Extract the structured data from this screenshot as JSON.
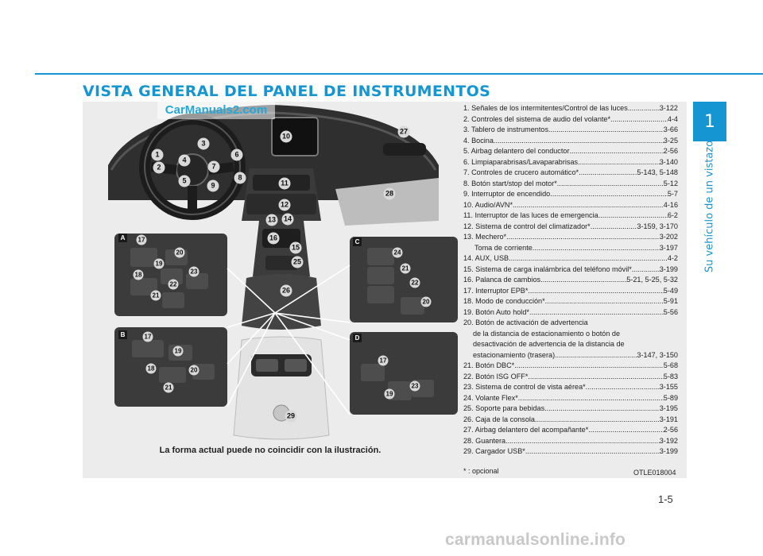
{
  "page": {
    "title": "VISTA GENERAL DEL PANEL DE INSTRUMENTOS",
    "chapter_number": "1",
    "chapter_title": "Su vehículo de un vistazo",
    "page_number": "1-5",
    "caption": "La forma actual puede no coincidir con la ilustración.",
    "image_code": "OTLE018004",
    "footnote": "* : opcional",
    "watermark_top": "CarManuals2.com",
    "watermark_bottom": "carmanualsonline.info"
  },
  "insets": {
    "a": "A",
    "b": "B",
    "c": "C",
    "d": "D"
  },
  "callouts": {
    "n1": "1",
    "n2": "2",
    "n3": "3",
    "n4": "4",
    "n5": "5",
    "n6": "6",
    "n7": "7",
    "n8": "8",
    "n9": "9",
    "n10": "10",
    "n11": "11",
    "n12": "12",
    "n13": "13",
    "n14": "14",
    "n15": "15",
    "n16": "16",
    "n25": "25",
    "n26": "26",
    "n27": "27",
    "n28": "28",
    "n29": "29",
    "a17": "17",
    "a18": "18",
    "a19": "19",
    "a20": "20",
    "a21": "21",
    "a22": "22",
    "a23": "23",
    "b17": "17",
    "b18": "18",
    "b19": "19",
    "b20": "20",
    "b21": "21",
    "c20": "20",
    "c21": "21",
    "c22": "22",
    "c24": "24",
    "d17": "17",
    "d19": "19",
    "d23": "23"
  },
  "legend": [
    {
      "label": "1. Señales de los intermitentes/Control de las luces",
      "page": "3-122"
    },
    {
      "label": "2. Controles del sistema de audio del volante*",
      "page": "4-4"
    },
    {
      "label": "3. Tablero de instrumentos",
      "page": "3-66"
    },
    {
      "label": "4. Bocina",
      "page": "3-25"
    },
    {
      "label": "5. Airbag delantero del conductor",
      "page": "2-56"
    },
    {
      "label": "6. Limpiaparabrisas/Lavaparabrisas",
      "page": "3-140"
    },
    {
      "label": "7. Controles de crucero automático*",
      "page": "5-143, 5-148"
    },
    {
      "label": "8. Botón start/stop del motor*",
      "page": "5-12"
    },
    {
      "label": "9. Interruptor de encendido",
      "page": "5-7"
    },
    {
      "label": "10. Audio/AVN*",
      "page": "4-16"
    },
    {
      "label": "11. Interruptor de las luces de emergencia",
      "page": "6-2"
    },
    {
      "label": "12. Sistema de control del climatizador*",
      "page": "3-159, 3-170"
    },
    {
      "label": "13. Mechero*",
      "page": "3-202"
    },
    {
      "label": "Toma de corriente",
      "page": "3-197"
    },
    {
      "label": "14. AUX, USB",
      "page": "4-2"
    },
    {
      "label": "15. Sistema de carga inalámbrica del teléfono móvil*",
      "page": "3-199"
    },
    {
      "label": "16. Palanca de cambios",
      "page": "5-21, 5-25, 5-32"
    },
    {
      "label": "17. Interruptor EPB*",
      "page": "5-49"
    },
    {
      "label": "18. Modo de conducción*",
      "page": "5-91"
    },
    {
      "label": "19. Botón Auto hold*",
      "page": "5-56"
    },
    {
      "line1": "20. Botón de activación de advertencia",
      "line2": "de la distancia de estacionamiento o botón de",
      "line3": "desactivación de advertencia de la distancia de",
      "line4": "estacionamiento (trasera)",
      "page": "3-147, 3-150"
    },
    {
      "label": "21. Botón DBC*",
      "page": "5-68"
    },
    {
      "label": "22. Botón ISG OFF*",
      "page": "5-83"
    },
    {
      "label": "23. Sistema de control de vista aérea*",
      "page": "3-155"
    },
    {
      "label": "24. Volante Flex*",
      "page": "5-89"
    },
    {
      "label": "25. Soporte para bebidas",
      "page": "3-195"
    },
    {
      "label": "26. Caja de la consola",
      "page": "3-191"
    },
    {
      "label": "27. Airbag delantero del acompañante*",
      "page": "2-56"
    },
    {
      "label": "28. Guantera",
      "page": "3-192"
    },
    {
      "label": "29. Cargador USB*",
      "page": "3-199"
    }
  ]
}
